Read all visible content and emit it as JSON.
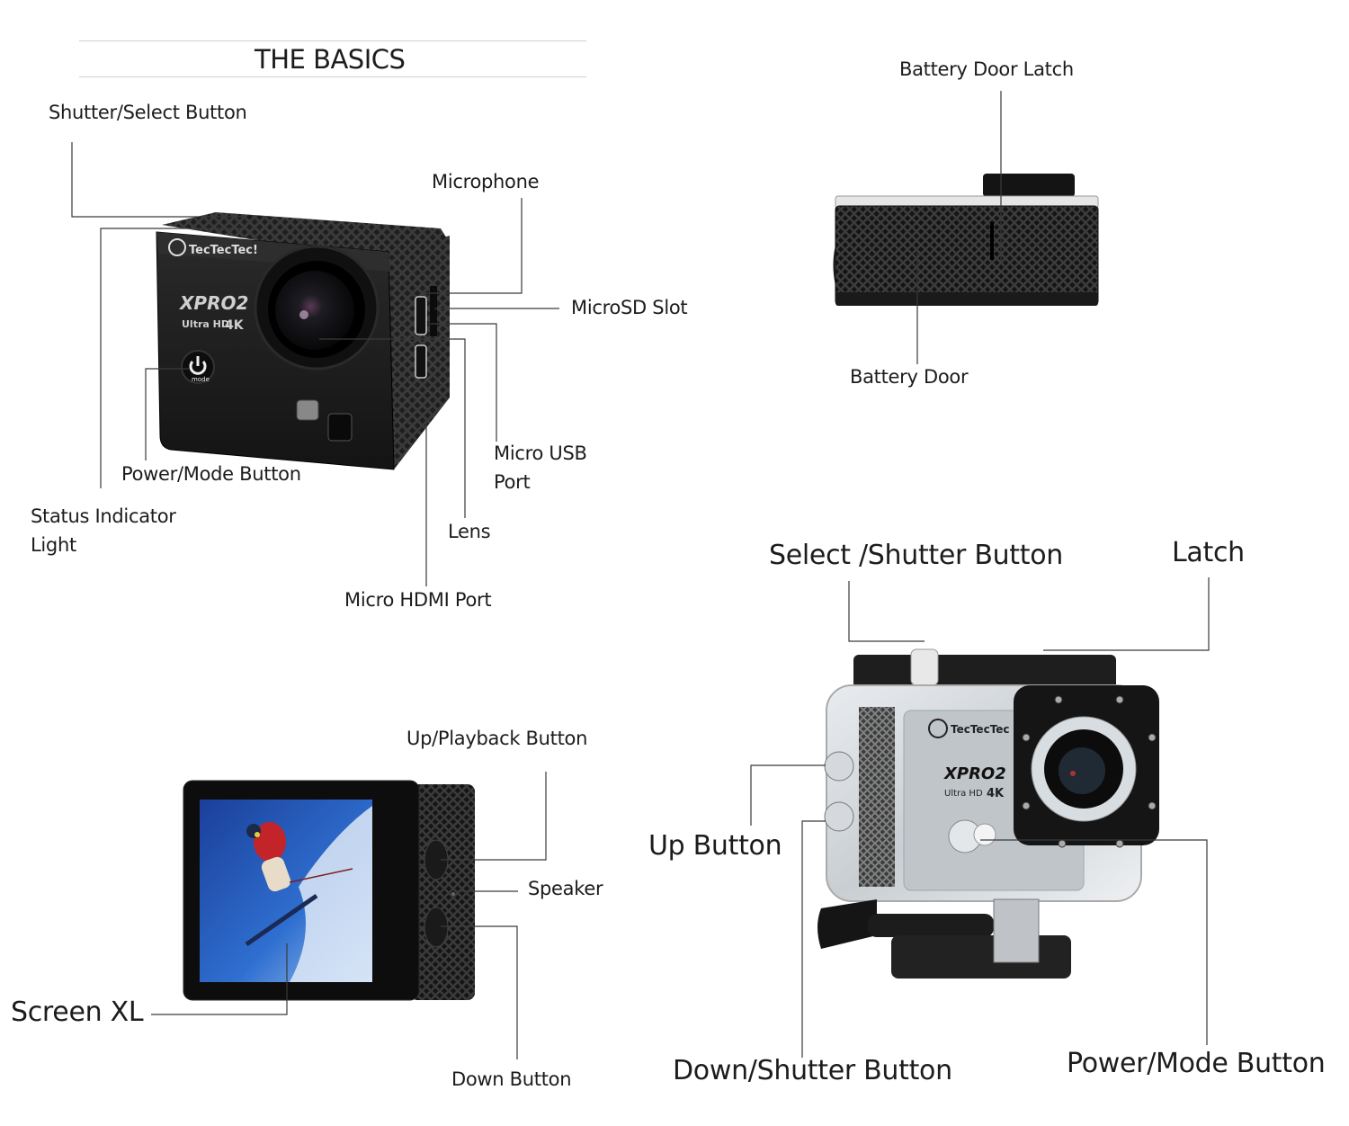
{
  "header": {
    "title": "THE BASICS"
  },
  "front_view": {
    "brand": "TecTecTec!",
    "model": "XPRO2",
    "subtitle": "Ultra HD",
    "resolution": "4K",
    "power_button_text": "mode",
    "labels": {
      "shutter_select": "Shutter/Select Button",
      "microphone": "Microphone",
      "microsd": "MicroSD Slot",
      "micro_usb_line1": "Micro USB",
      "micro_usb_line2": "Port",
      "power_mode": "Power/Mode Button",
      "status_line1": "Status Indicator",
      "status_line2": "Light",
      "lens": "Lens",
      "hdmi": "Micro HDMI Port"
    }
  },
  "side_view": {
    "labels": {
      "latch": "Battery Door Latch",
      "door": "Battery Door"
    }
  },
  "back_view": {
    "labels": {
      "up_playback": "Up/Playback Button",
      "speaker": "Speaker",
      "down": "Down  Button",
      "screen": "Screen XL"
    }
  },
  "case_view": {
    "brand": "TecTecTec",
    "model": "XPRO2",
    "subtitle": "Ultra HD",
    "resolution": "4K",
    "labels": {
      "select_shutter": "Select /Shutter Button",
      "latch": "Latch",
      "up": "Up Button",
      "down_shutter": "Down/Shutter Button",
      "power_mode": "Power/Mode Button"
    }
  }
}
